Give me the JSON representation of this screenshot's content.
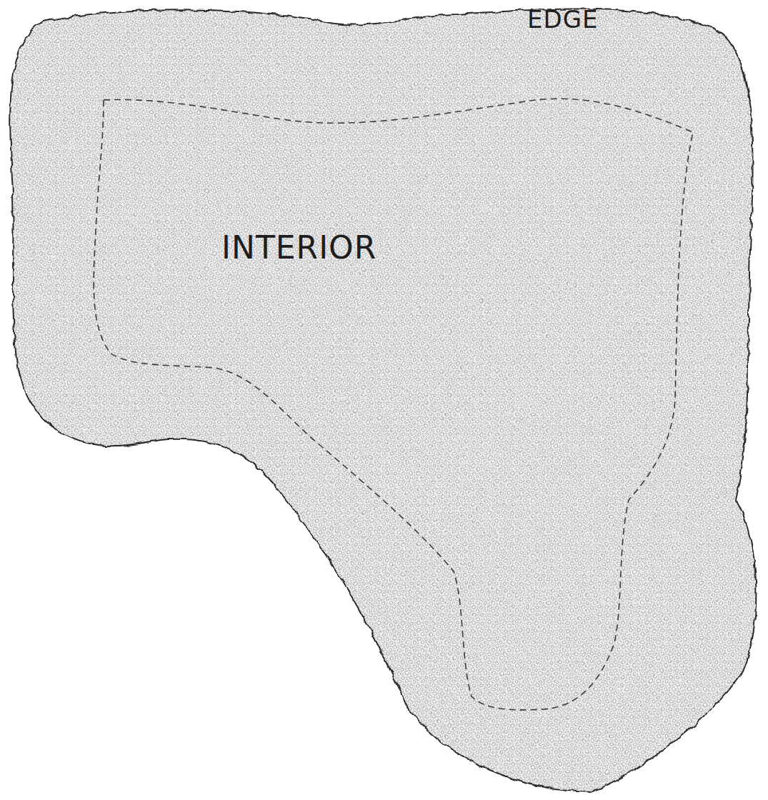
{
  "diagram": {
    "nodes": [
      {
        "text": [
          "EDGE"
        ]
      },
      {
        "text": [
          "INTERIOR"
        ],
        "in": 0
      }
    ]
  }
}
